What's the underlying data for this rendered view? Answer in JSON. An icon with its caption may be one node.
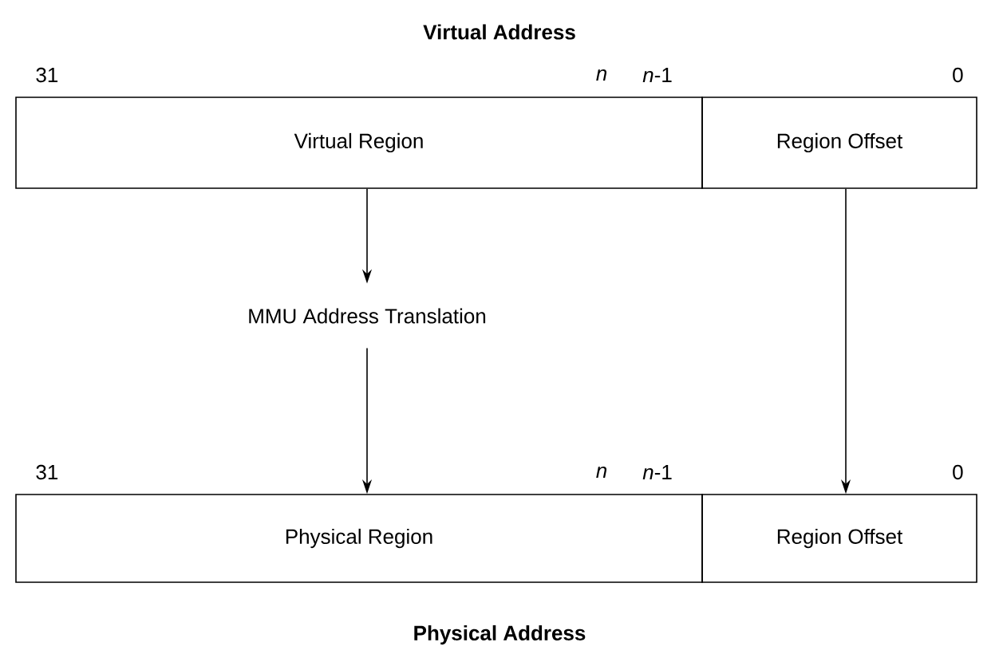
{
  "diagram": {
    "title": "Virtual Address",
    "caption": "Physical Address",
    "nodes": [
      {
        "text": [
          "Virtual Region"
        ]
      },
      {
        "text": [
          "Region Offset"
        ]
      },
      {
        "text": [
          "MMU Address Translation"
        ]
      },
      {
        "text": [
          "Physical Region"
        ]
      },
      {
        "text": [
          "Region Offset"
        ]
      }
    ],
    "edges": [
      {
        "from": 0,
        "to": 2,
        "arrow": "to"
      },
      {
        "from": 2,
        "to": 3,
        "arrow": "to"
      },
      {
        "from": 1,
        "to": 4,
        "arrow": "to"
      }
    ],
    "labels": [
      "31",
      "n",
      "*n*-1",
      "0",
      "31",
      "n",
      "*n*-1",
      "0"
    ]
  }
}
